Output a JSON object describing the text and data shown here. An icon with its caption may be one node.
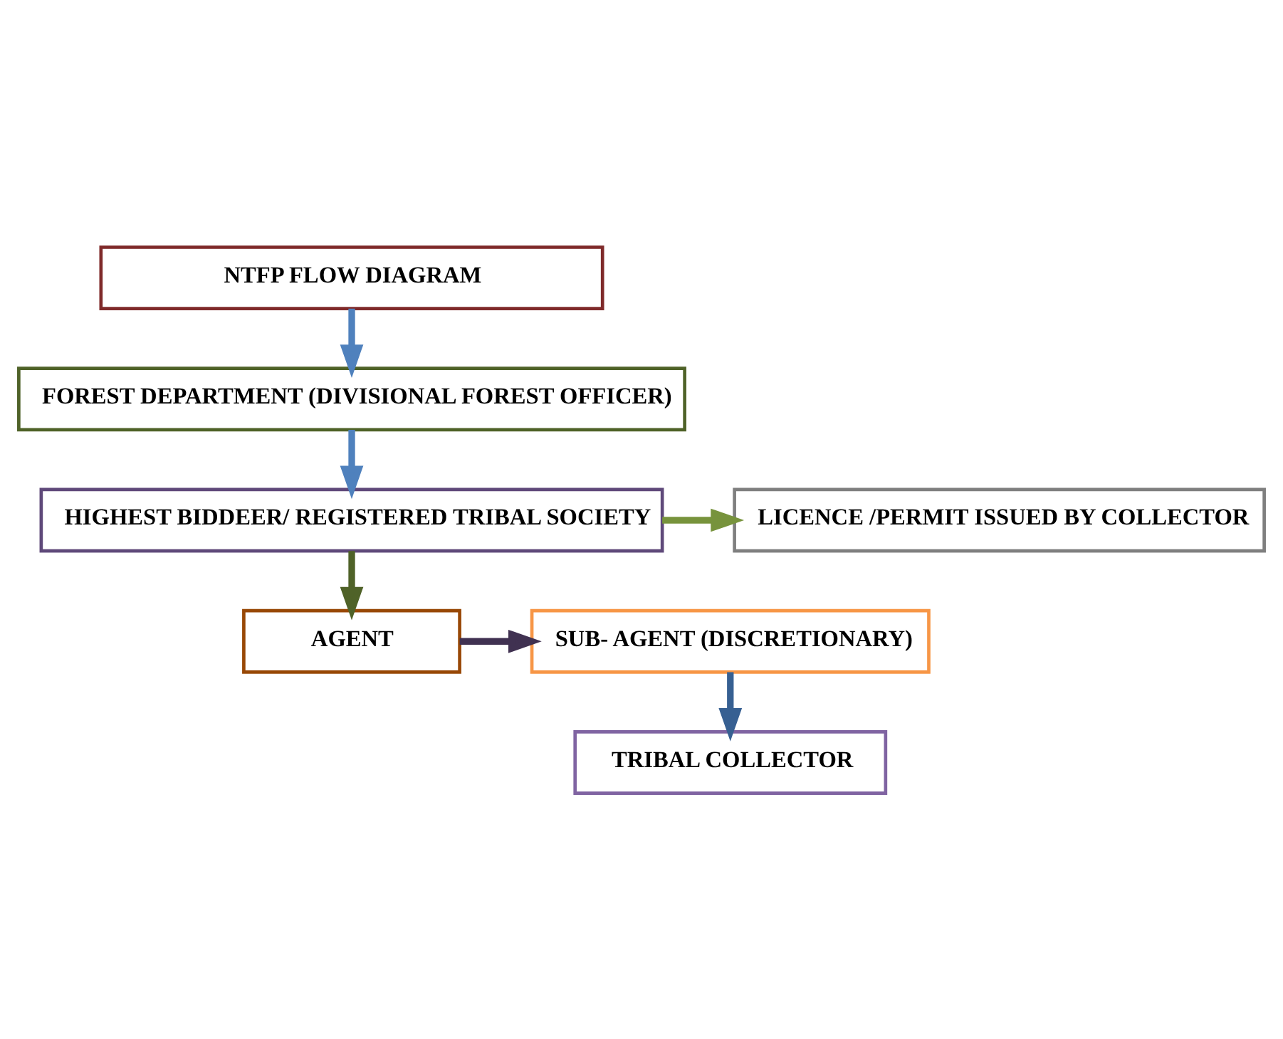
{
  "diagram": {
    "nodes": [
      {
        "text": [
          "NTFP FLOW DIAGRAM"
        ]
      },
      {
        "text": [
          "FOREST DEPARTMENT (DIVISIONAL FOREST OFFICER)"
        ]
      },
      {
        "text": [
          "HIGHEST BIDDEER/ REGISTERED TRIBAL SOCIETY"
        ]
      },
      {
        "text": [
          "LICENCE /PERMIT ISSUED BY COLLECTOR"
        ]
      },
      {
        "text": [
          "AGENT"
        ]
      },
      {
        "text": [
          "SUB- AGENT (DISCRETIONARY)"
        ]
      },
      {
        "text": [
          "TRIBAL COLLECTOR"
        ]
      }
    ],
    "edges": [
      {
        "from": 0,
        "to": 1,
        "arrow": "to",
        "color": "#4f81bd"
      },
      {
        "from": 1,
        "to": 2,
        "arrow": "to",
        "color": "#4f81bd"
      },
      {
        "from": 2,
        "to": 3,
        "arrow": "to",
        "color": "#77933c"
      },
      {
        "from": 2,
        "to": 4,
        "arrow": "to",
        "color": "#4f6228"
      },
      {
        "from": 4,
        "to": 5,
        "arrow": "to",
        "color": "#403151"
      },
      {
        "from": 5,
        "to": 6,
        "arrow": "to",
        "color": "#376092"
      }
    ]
  }
}
